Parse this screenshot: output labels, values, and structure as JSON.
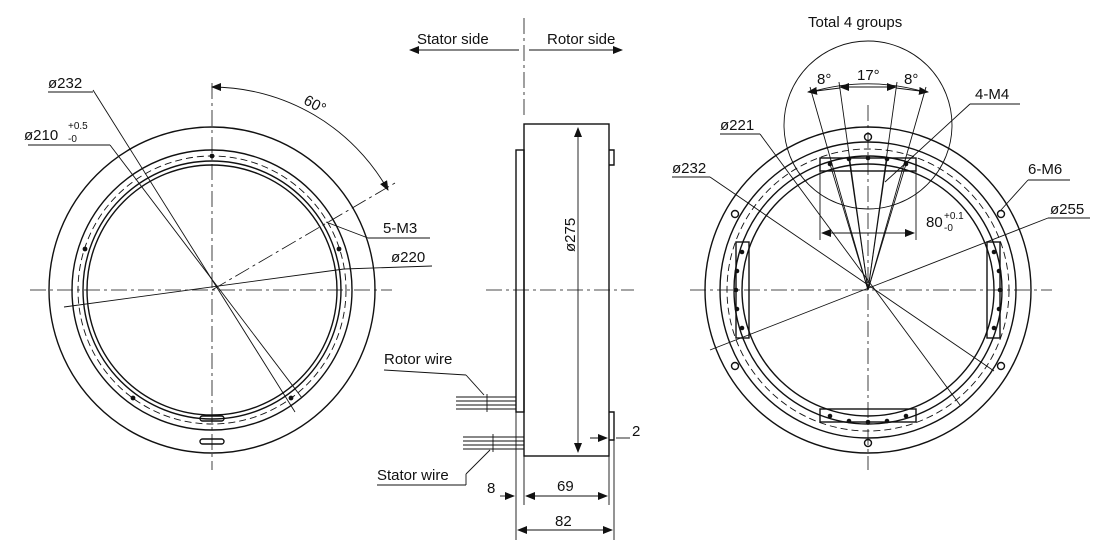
{
  "colors": {
    "ink": "#111111",
    "background": "#ffffff"
  },
  "labels": {
    "stator_side": "Stator side",
    "rotor_side": "Rotor side",
    "total_groups": "Total 4 groups",
    "rotor_wire": "Rotor wire",
    "stator_wire": "Stator wire"
  },
  "left_view": {
    "d232": "ø232",
    "d210": "ø210",
    "d210_tol_upper": "+0.5",
    "d210_tol_lower": "-0",
    "angle60": "60°",
    "holes": "5-M3",
    "d220": "ø220"
  },
  "side_view": {
    "d275": "ø275",
    "dim2": "2",
    "dim8": "8",
    "dim69": "69",
    "dim82": "82"
  },
  "right_view": {
    "angle8_left": "8°",
    "angle17": "17°",
    "angle8_right": "8°",
    "holes_m4": "4-M4",
    "d221": "ø221",
    "d232": "ø232",
    "holes_m6": "6-M6",
    "d255": "ø255",
    "dim80": "80",
    "dim80_tol_upper": "+0.1",
    "dim80_tol_lower": "-0"
  }
}
